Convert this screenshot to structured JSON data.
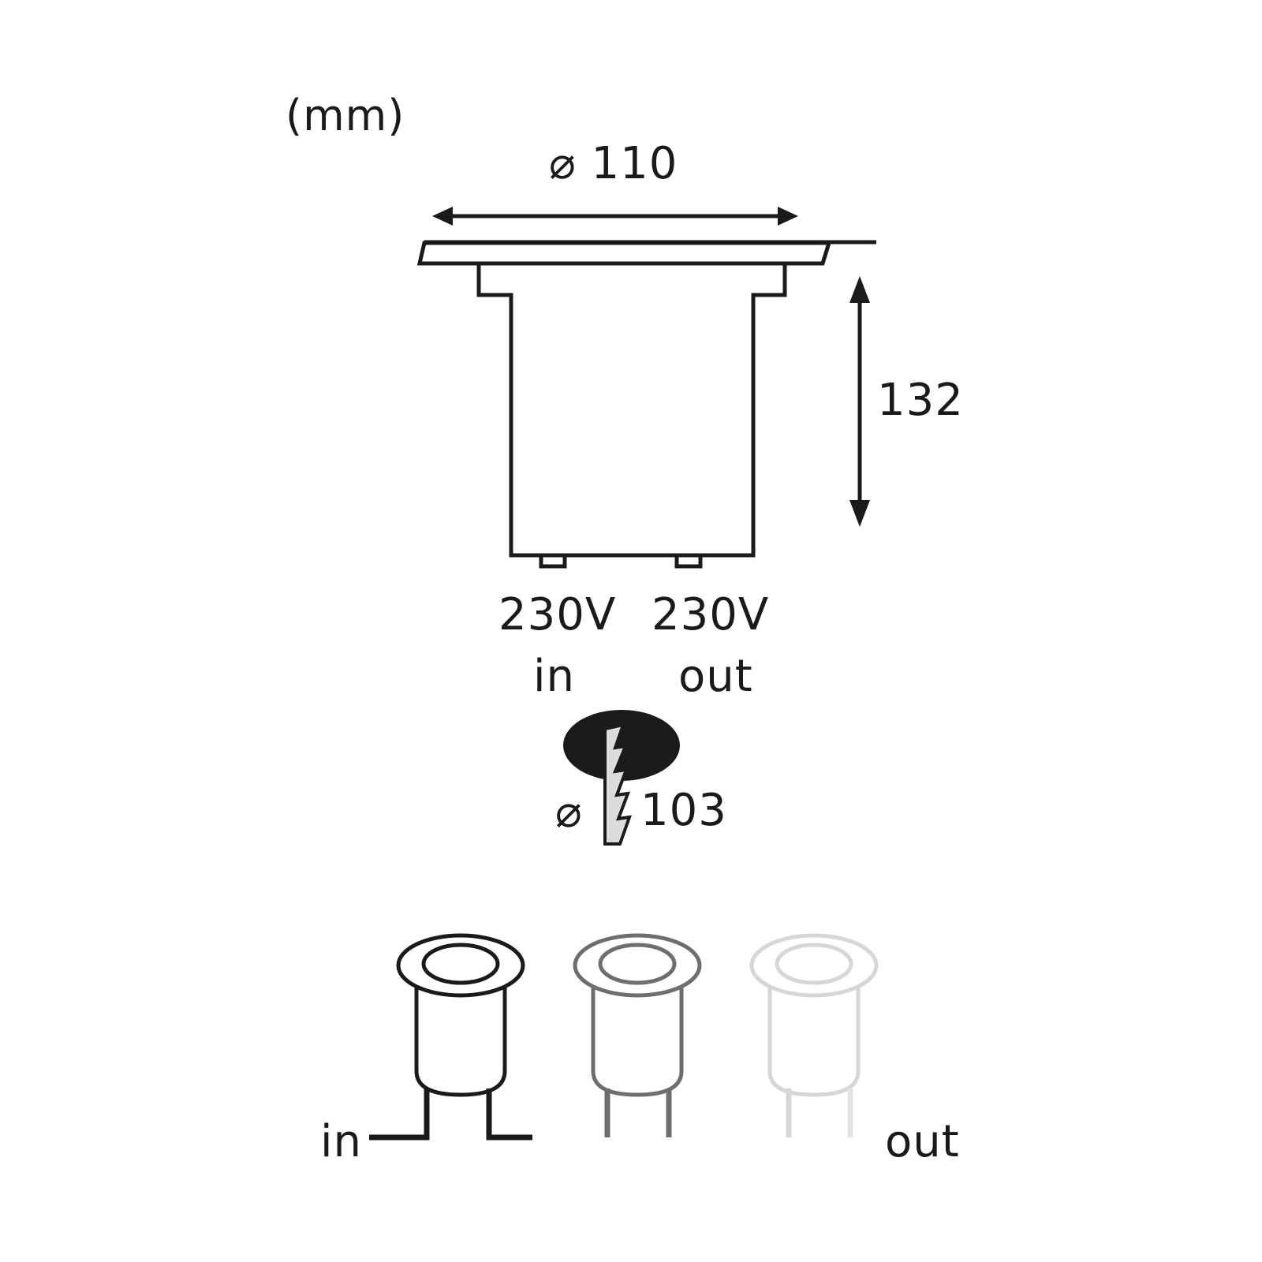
{
  "diagram": {
    "unit_label": "(mm)",
    "diameter_symbol": "⌀",
    "top_diameter_label": "⌀ 110",
    "height_label": "132",
    "connectors": [
      {
        "voltage": "230V",
        "direction": "in"
      },
      {
        "voltage": "230V",
        "direction": "out"
      }
    ],
    "cutout": {
      "diameter_symbol": "⌀",
      "diameter_value": "103"
    },
    "chain": {
      "in_label": "in",
      "out_label": "out",
      "fixture_count": 3,
      "fixture_colors": [
        "#1a1a1a",
        "#6e6e6e",
        "#d6d6d6"
      ]
    },
    "colors": {
      "stroke": "#1a1a1a",
      "background": "#ffffff",
      "cutout_fill": "#1a1a1a",
      "blade_fill": "#dcdcdc"
    }
  }
}
